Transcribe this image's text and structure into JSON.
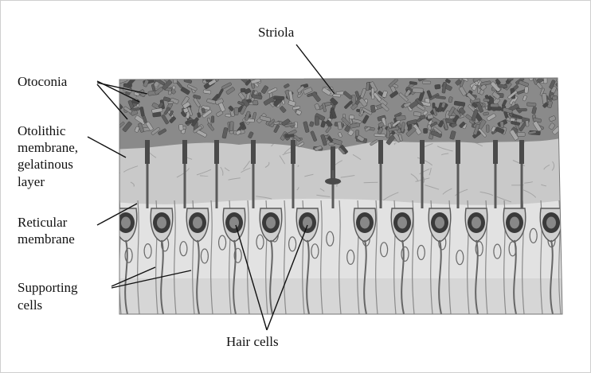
{
  "labels": {
    "striola": "Striola",
    "otoconia": "Otoconia",
    "otolithic_line1": "Otolithic",
    "otolithic_line2": "membrane,",
    "otolithic_line3": "gelatinous",
    "otolithic_line4": "layer",
    "reticular_line1": "Reticular",
    "reticular_line2": "membrane",
    "supporting_line1": "Supporting",
    "supporting_line2": "cells",
    "hair_cells": "Hair cells"
  },
  "colors": {
    "background": "#ffffff",
    "otoconia_dark": "#4a4a4a",
    "otoconia_mid": "#7a7a7a",
    "otoconia_light": "#a8a8a8",
    "gel_layer": "#c9c9c9",
    "tissue": "#e2e2e2",
    "cell_outline": "#5a5a5a",
    "nucleus": "#3a3a3a",
    "text": "#111111"
  }
}
